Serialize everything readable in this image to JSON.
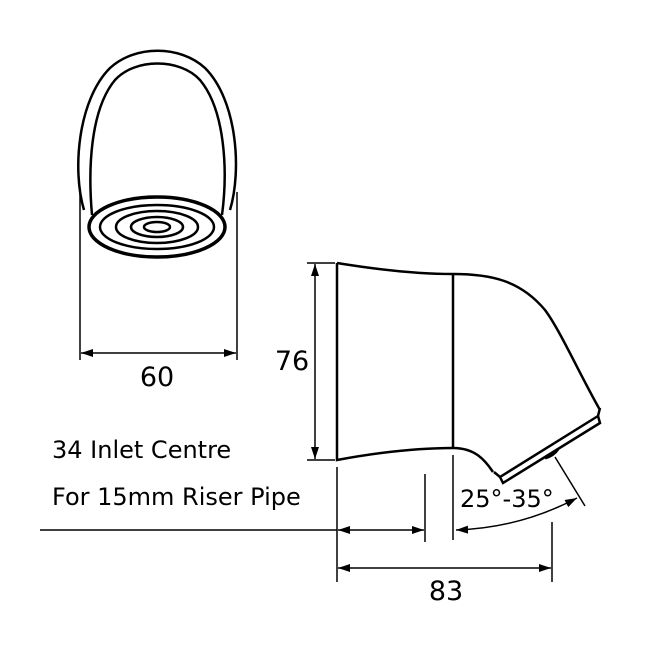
{
  "dimensions": {
    "width_label": "60",
    "height_label": "76",
    "depth_label": "83",
    "angle_label": "25°-35°"
  },
  "notes": {
    "inlet_centre": "34 Inlet Centre",
    "riser_pipe": "For 15mm Riser Pipe"
  },
  "colors": {
    "line": "#000000",
    "background": "#ffffff"
  }
}
